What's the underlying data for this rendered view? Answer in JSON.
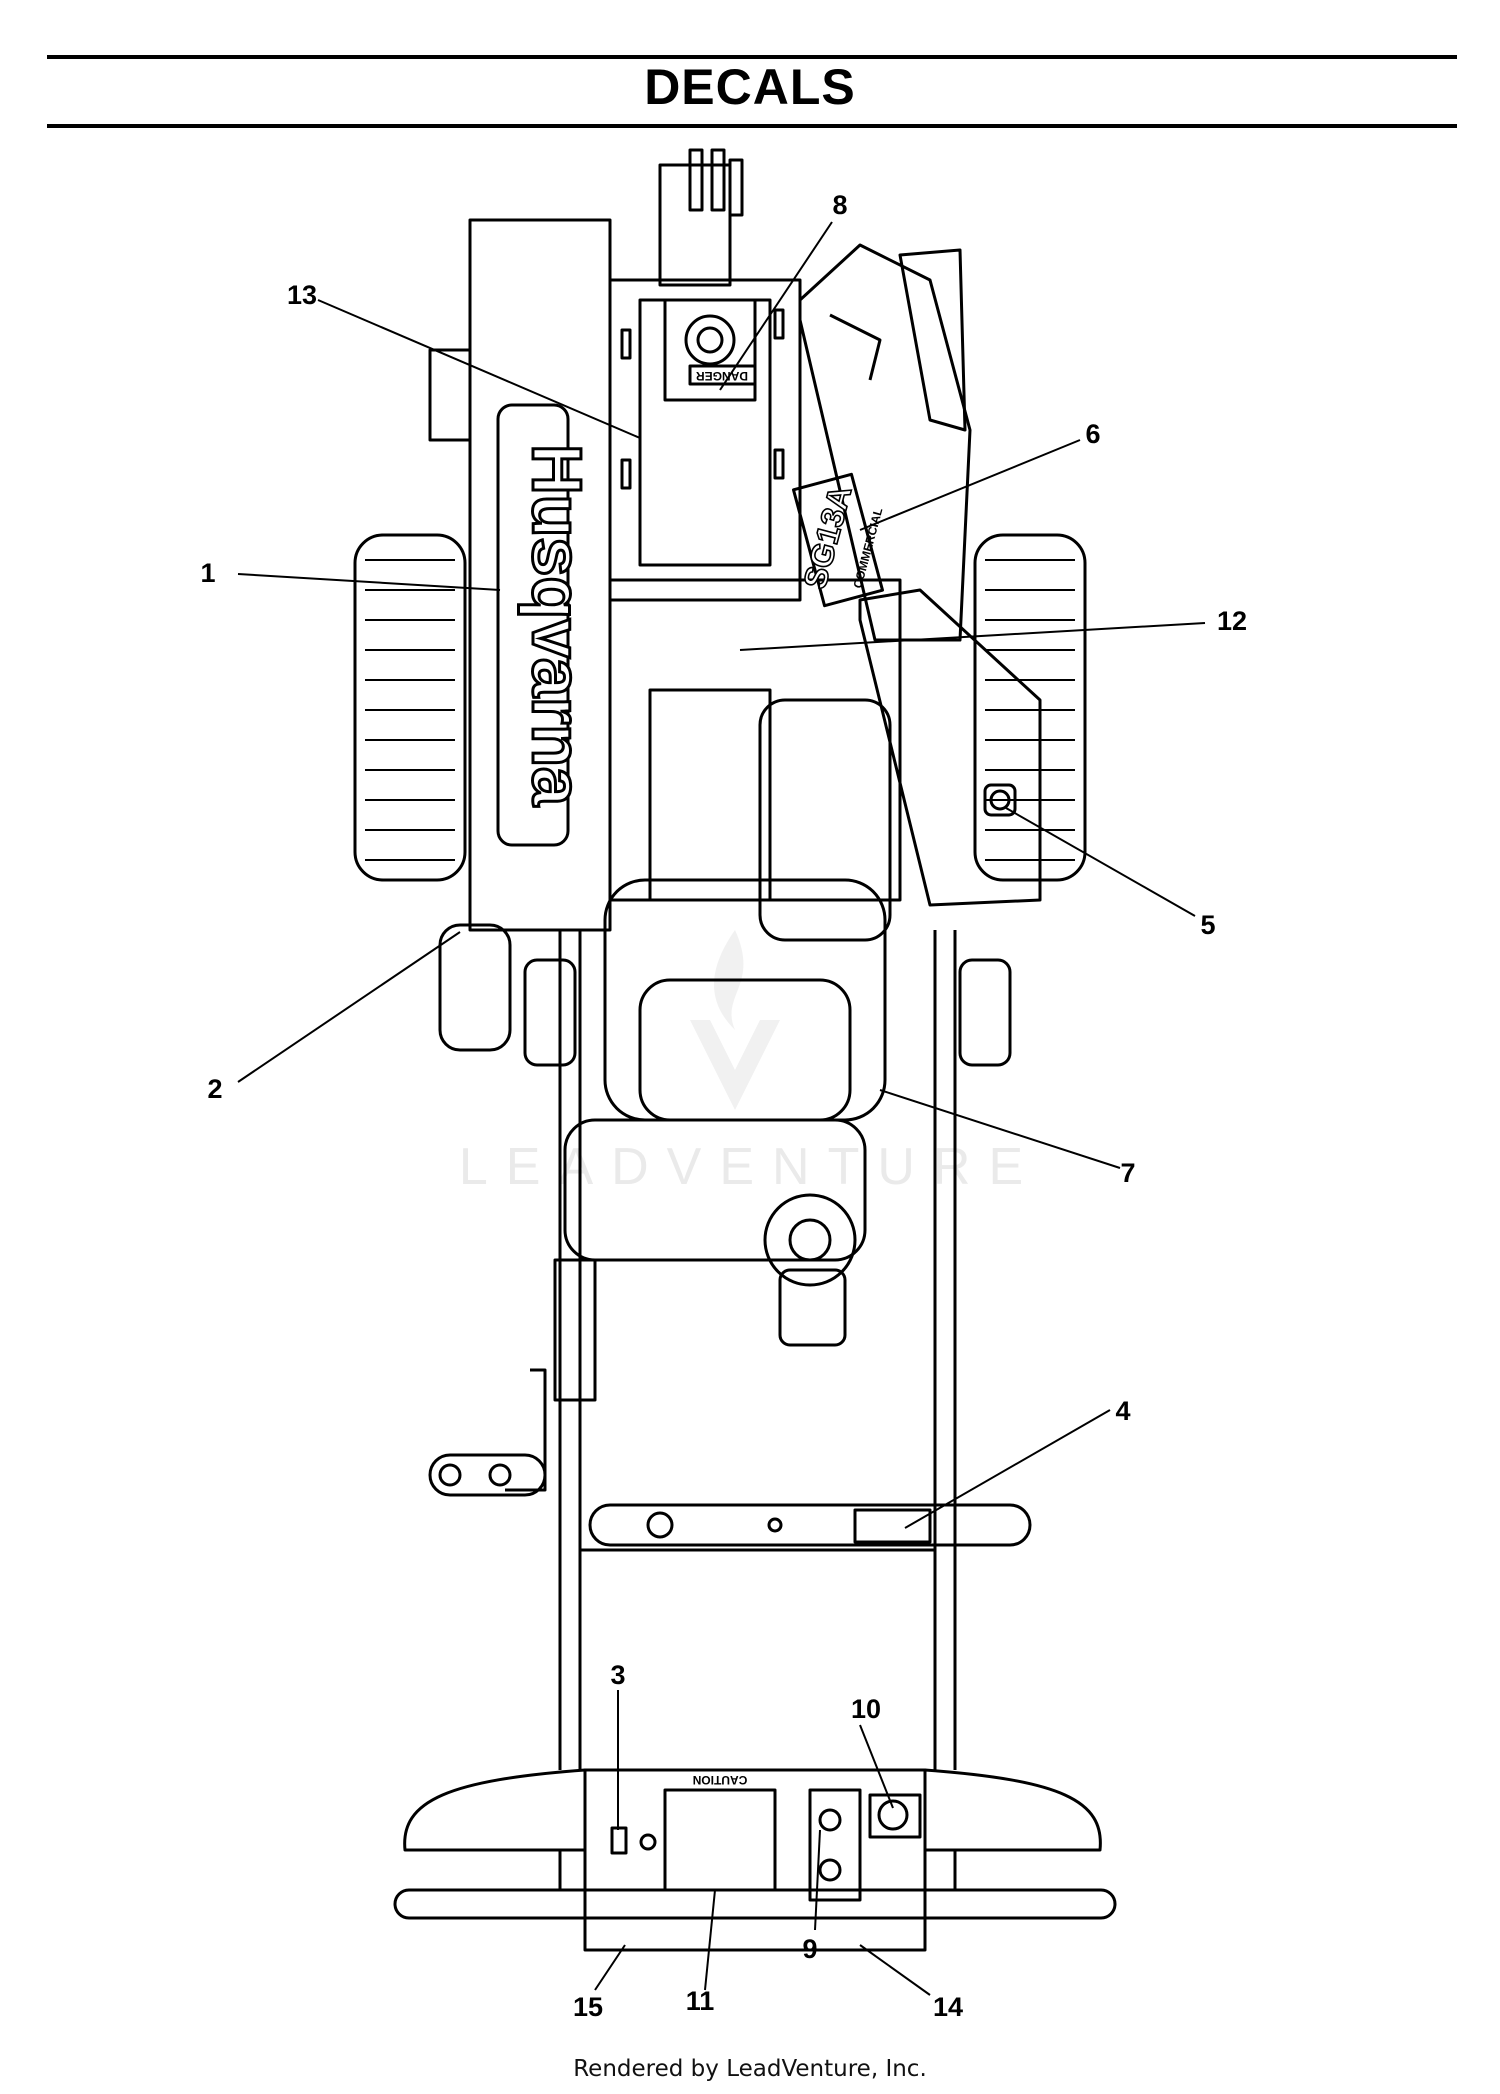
{
  "header": {
    "title": "DECALS"
  },
  "footer": {
    "credit": "Rendered by LeadVenture, Inc."
  },
  "decals": {
    "brand_text": "Husqvarna",
    "model_text": "SG13A",
    "model_subtext": "COMMERCIAL",
    "warning_header_danger": "DANGER",
    "warning_header_caution": "CAUTION"
  },
  "watermark": {
    "text": "LEADVENTURE"
  },
  "callouts": [
    {
      "id": "1",
      "label": "1"
    },
    {
      "id": "2",
      "label": "2"
    },
    {
      "id": "3",
      "label": "3"
    },
    {
      "id": "4",
      "label": "4"
    },
    {
      "id": "5",
      "label": "5"
    },
    {
      "id": "6",
      "label": "6"
    },
    {
      "id": "7",
      "label": "7"
    },
    {
      "id": "8",
      "label": "8"
    },
    {
      "id": "9",
      "label": "9"
    },
    {
      "id": "10",
      "label": "10"
    },
    {
      "id": "11",
      "label": "11"
    },
    {
      "id": "12",
      "label": "12"
    },
    {
      "id": "13",
      "label": "13"
    },
    {
      "id": "14",
      "label": "14"
    },
    {
      "id": "15",
      "label": "15"
    }
  ]
}
